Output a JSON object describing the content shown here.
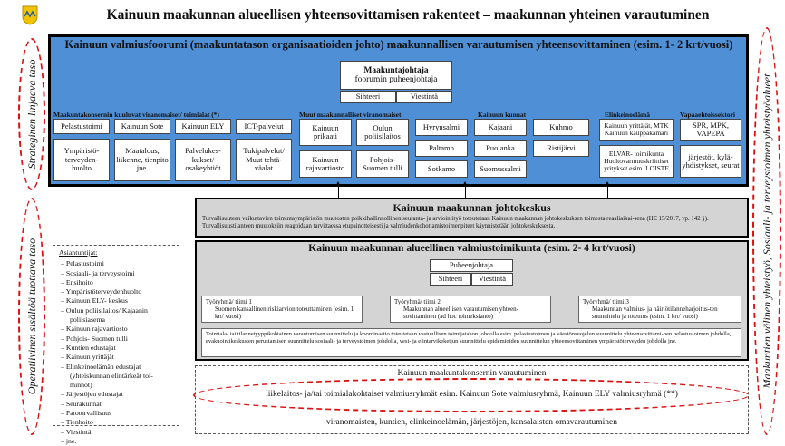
{
  "title": "Kainuun maakunnan alueellisen yhteensovittamisen rakenteet – maakunnan yhteinen varautuminen",
  "side_labels": {
    "left_top": "Strateginen linjaava taso",
    "left_bottom": "Operatiivinen sisältöä tuottava taso",
    "right": "Maakuntien välinen yhteistyö, Sosiaali- ja terveystoimen yhteistyöalueet"
  },
  "forum": {
    "title": "Kainuun valmiusfoorumi (maakuntatason organisaatioiden johto) maakunnallisen varautumisen yhteensovittaminen (esim. 1- 2 krt/vuosi)",
    "chair_title": "Maakuntajohtaja",
    "chair_sub": "foorumin puheenjohtaja",
    "secretary": "Sihteeri",
    "communications": "Viestintä"
  },
  "groups": {
    "konserni": {
      "title": "Maakuntakonsernin kuuluvat viranomaiset/ toimialat (*)",
      "items": [
        "Pelastustoimi",
        "Kainuun Sote",
        "Kainuun ELY",
        "ICT-palvelut",
        "Ympäristö-terveyden-huolto",
        "Maatalous, liikenne, tienpito jne.",
        "Palvelukes-kukset/ osakeyhtiöt",
        "Tukipalvelut/ Muut tehtä-väalat"
      ]
    },
    "muut": {
      "title": "Muut maakunnalliset viranomaiset",
      "items": [
        "Kainuun prikaati",
        "Oulun poliisilaitos",
        "Kainuun rajavartiosto",
        "Pohjois-Suomen tulli"
      ]
    },
    "kunnat": {
      "title": "Kainuun kunnat",
      "items": [
        "Hyrynsalmi",
        "Kajaani",
        "Kuhmo",
        "Paltamo",
        "Puolanka",
        "Ristijärvi",
        "Sotkamo",
        "Suomussalmi"
      ]
    },
    "elinkeino": {
      "title": "Elinkeinoelämä",
      "items": [
        "Kainuun yrittäjät, MTK Kainuun kauppakamari",
        "ELVAR- toimikunta Huoltovarmuuskriittiset yritykset esim. LOISTE"
      ]
    },
    "vapaa": {
      "title": "Vapaaehtoissektori",
      "items": [
        "SPR, MPK, VAPEPA",
        "järjestöt, kylä-yhdistykset, seurat"
      ]
    }
  },
  "johtokeskus": {
    "title": "Kainuun maakunnan johtokeskus",
    "text": "Turvallisuuteen vaikuttavien toimintaympäristön muutosten poikkihallinnollinen seuranta- ja arviointityö toteutetaan Kainuun maakunnan johtokeskuksen toimesta reaaliaikai-sena (HE 15/2017, vp. 142 §). Turvallisuustilanteen muutoksiin reagoidaan tarvittaessa etupainotteisesti ja valmiudenkohottamistoimenpiteet käynnistetään johtokeskuksesta."
  },
  "valmiustoimikunta": {
    "title": "Kainuun maakunnan alueellinen valmiustoimikunta (esim. 2- 4 krt/vuosi)",
    "chair": "Puheenjohtaja",
    "secretary": "Sihteeri",
    "communications": "Viestintä",
    "teams": [
      {
        "name": "Työryhmä/ tiimi 1",
        "item": "Suomen kansallinen riskiarvion toteuttaminen (esim. 1 krt/ vuosi)"
      },
      {
        "name": "Työryhmä/ tiimi 2",
        "item": "Maakunnan alueellisen varautumisen yhteen-sovittaminen (ad hoc toimeksianto)"
      },
      {
        "name": "Työryhmä/ tiimi 3",
        "item": "Maakunnan valmius- ja häiriötilanneharjoitus-ten suunnittelu ja toteutus (esim. 1 krt/ vuosi)"
      }
    ],
    "footer": "Toimiala- tai tilannetyyppikohtainen varautumisen suunnittelu ja koordinaatio toteutetaan vastuullisen toimijatahon johdolla esim. pelastustoimen ja väestönsuojelun suunnittelu yhteensovittami-nen pelastustoimen johdolla, evakuointikeskusten perustamisen suunnittelu sosiaali- ja terveystoimen johdolla, vesi- ja elintarvikeketjun suunnittelu epidemioiden suunnittelun yhteensovittaminen ympäristöterveyden johdolla jne."
  },
  "participants": {
    "heading": "Asiantuntijat:",
    "items": [
      "Pelastustoimi",
      "Sosiaali- ja terveystoimi",
      "Ensihoito",
      "Ympäristöterveydenhuolto",
      "Kainuun ELY- keskus",
      "Oulun poliisilaitos/ Kajaanin poliisiasema",
      "Kainuun rajavartiosto",
      "Pohjois- Suomen tulli",
      "Kuntien edustajat",
      "Kainuun yrittäjät",
      "Elinkeinoelämän edustajat (yhteiskunnan elintärkeät toi-minnot)",
      "Järjestöjen edustajat",
      "Seurakunnat",
      "Patoturvallisuus",
      "Tienhoito",
      "Viestintä",
      "jne."
    ]
  },
  "bottom": {
    "line1": "Kainuun maakuntakonsernin varautuminen",
    "line2": "liikelaitos- ja/tai toimialakohtaiset valmiusryhmät esim. Kainuun Sote valmiusryhmä, Kainuun ELY valmiusryhmä (**)",
    "line3": "viranomaisten, kuntien, elinkeinoelämän, järjestöjen, kansalaisten omavarautuminen"
  },
  "colors": {
    "forum_bg": "#4f8fd6",
    "gray_bg": "#d4d4d4",
    "ellipse": "#d11111"
  }
}
